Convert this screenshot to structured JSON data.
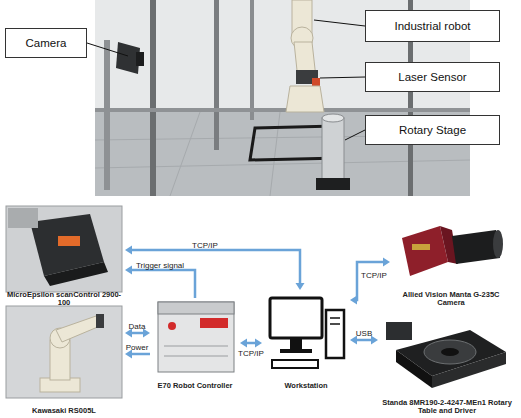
{
  "diagram": {
    "nodes": [
      {
        "text": [
          "Camera"
        ]
      },
      {
        "text": [
          "Industrial robot"
        ]
      },
      {
        "text": [
          "Laser Sensor"
        ]
      },
      {
        "text": [
          "Rotary Stage"
        ]
      },
      {
        "text": [
          "MicroEpsilon scanControl 2900-100"
        ]
      },
      {
        "text": [
          "Allied Vision Manta G-235C Camera"
        ]
      },
      {
        "text": [
          "Kawasaki RS005L"
        ]
      },
      {
        "text": [
          "E70 Robot Controller"
        ]
      },
      {
        "text": [
          "Workstation"
        ]
      },
      {
        "text": [
          "Standa 8MR190-2-4247-MEn1 Rotary Table and Driver"
        ]
      }
    ],
    "edges": [
      {
        "from": 8,
        "to": 4,
        "label": "TCP/IP",
        "arrow": "both"
      },
      {
        "from": 7,
        "to": 4,
        "label": "Trigger signal",
        "arrow": "to"
      },
      {
        "from": 6,
        "to": 7,
        "label": "Data",
        "arrow": "both"
      },
      {
        "from": 7,
        "to": 6,
        "label": "Power",
        "arrow": "to"
      },
      {
        "from": 7,
        "to": 8,
        "label": "TCP/IP",
        "arrow": "both"
      },
      {
        "from": 8,
        "to": 5,
        "label": "TCP/IP",
        "arrow": "both"
      },
      {
        "from": 8,
        "to": 9,
        "label": "USB",
        "arrow": "both"
      }
    ]
  }
}
